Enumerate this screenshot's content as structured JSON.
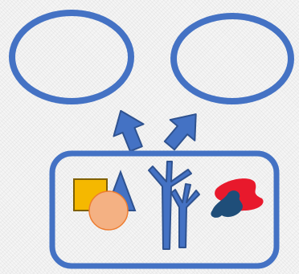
{
  "diagram": {
    "description_free": true,
    "colors": {
      "outline_blue": "#4472c4",
      "arrow_stroke": "#2f528f",
      "square_fill": "#f5b800",
      "square_stroke": "#7f6000",
      "circle_fill": "#f4b183",
      "circle_stroke": "#ed7d31",
      "red_blob": "#e8192c",
      "navy_blob": "#1f4e79"
    },
    "icons": [
      "ellipse-outline",
      "ellipse-outline",
      "up-arrow",
      "up-arrow",
      "rounded-container",
      "square",
      "triangle",
      "circle",
      "y-shape",
      "y-shape",
      "blob-pair"
    ]
  }
}
